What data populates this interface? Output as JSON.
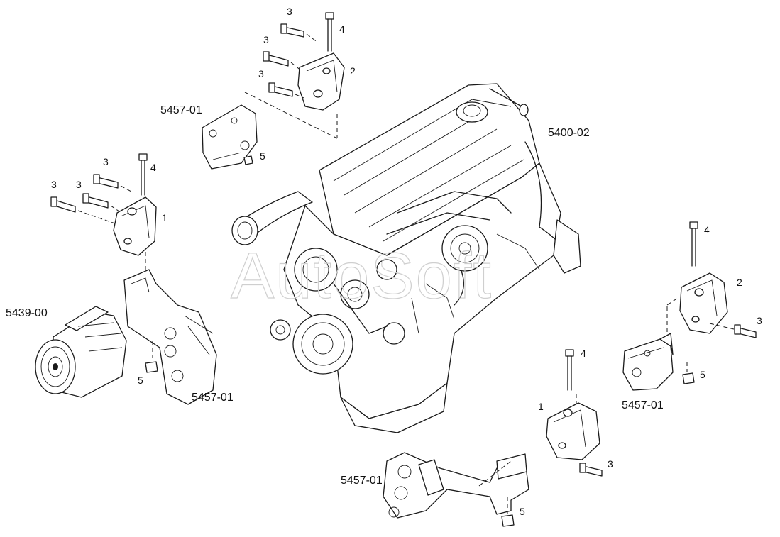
{
  "watermark": "AutoSoft",
  "parts": {
    "engine": "5400-02",
    "compressor": "5439-00",
    "bracket_top": "5457-01",
    "bracket_left": "5457-01",
    "bracket_right": "5457-01",
    "bracket_bottom": "5457-01"
  },
  "callouts": {
    "one": "1",
    "two": "2",
    "three": "3",
    "four": "4",
    "five": "5"
  }
}
